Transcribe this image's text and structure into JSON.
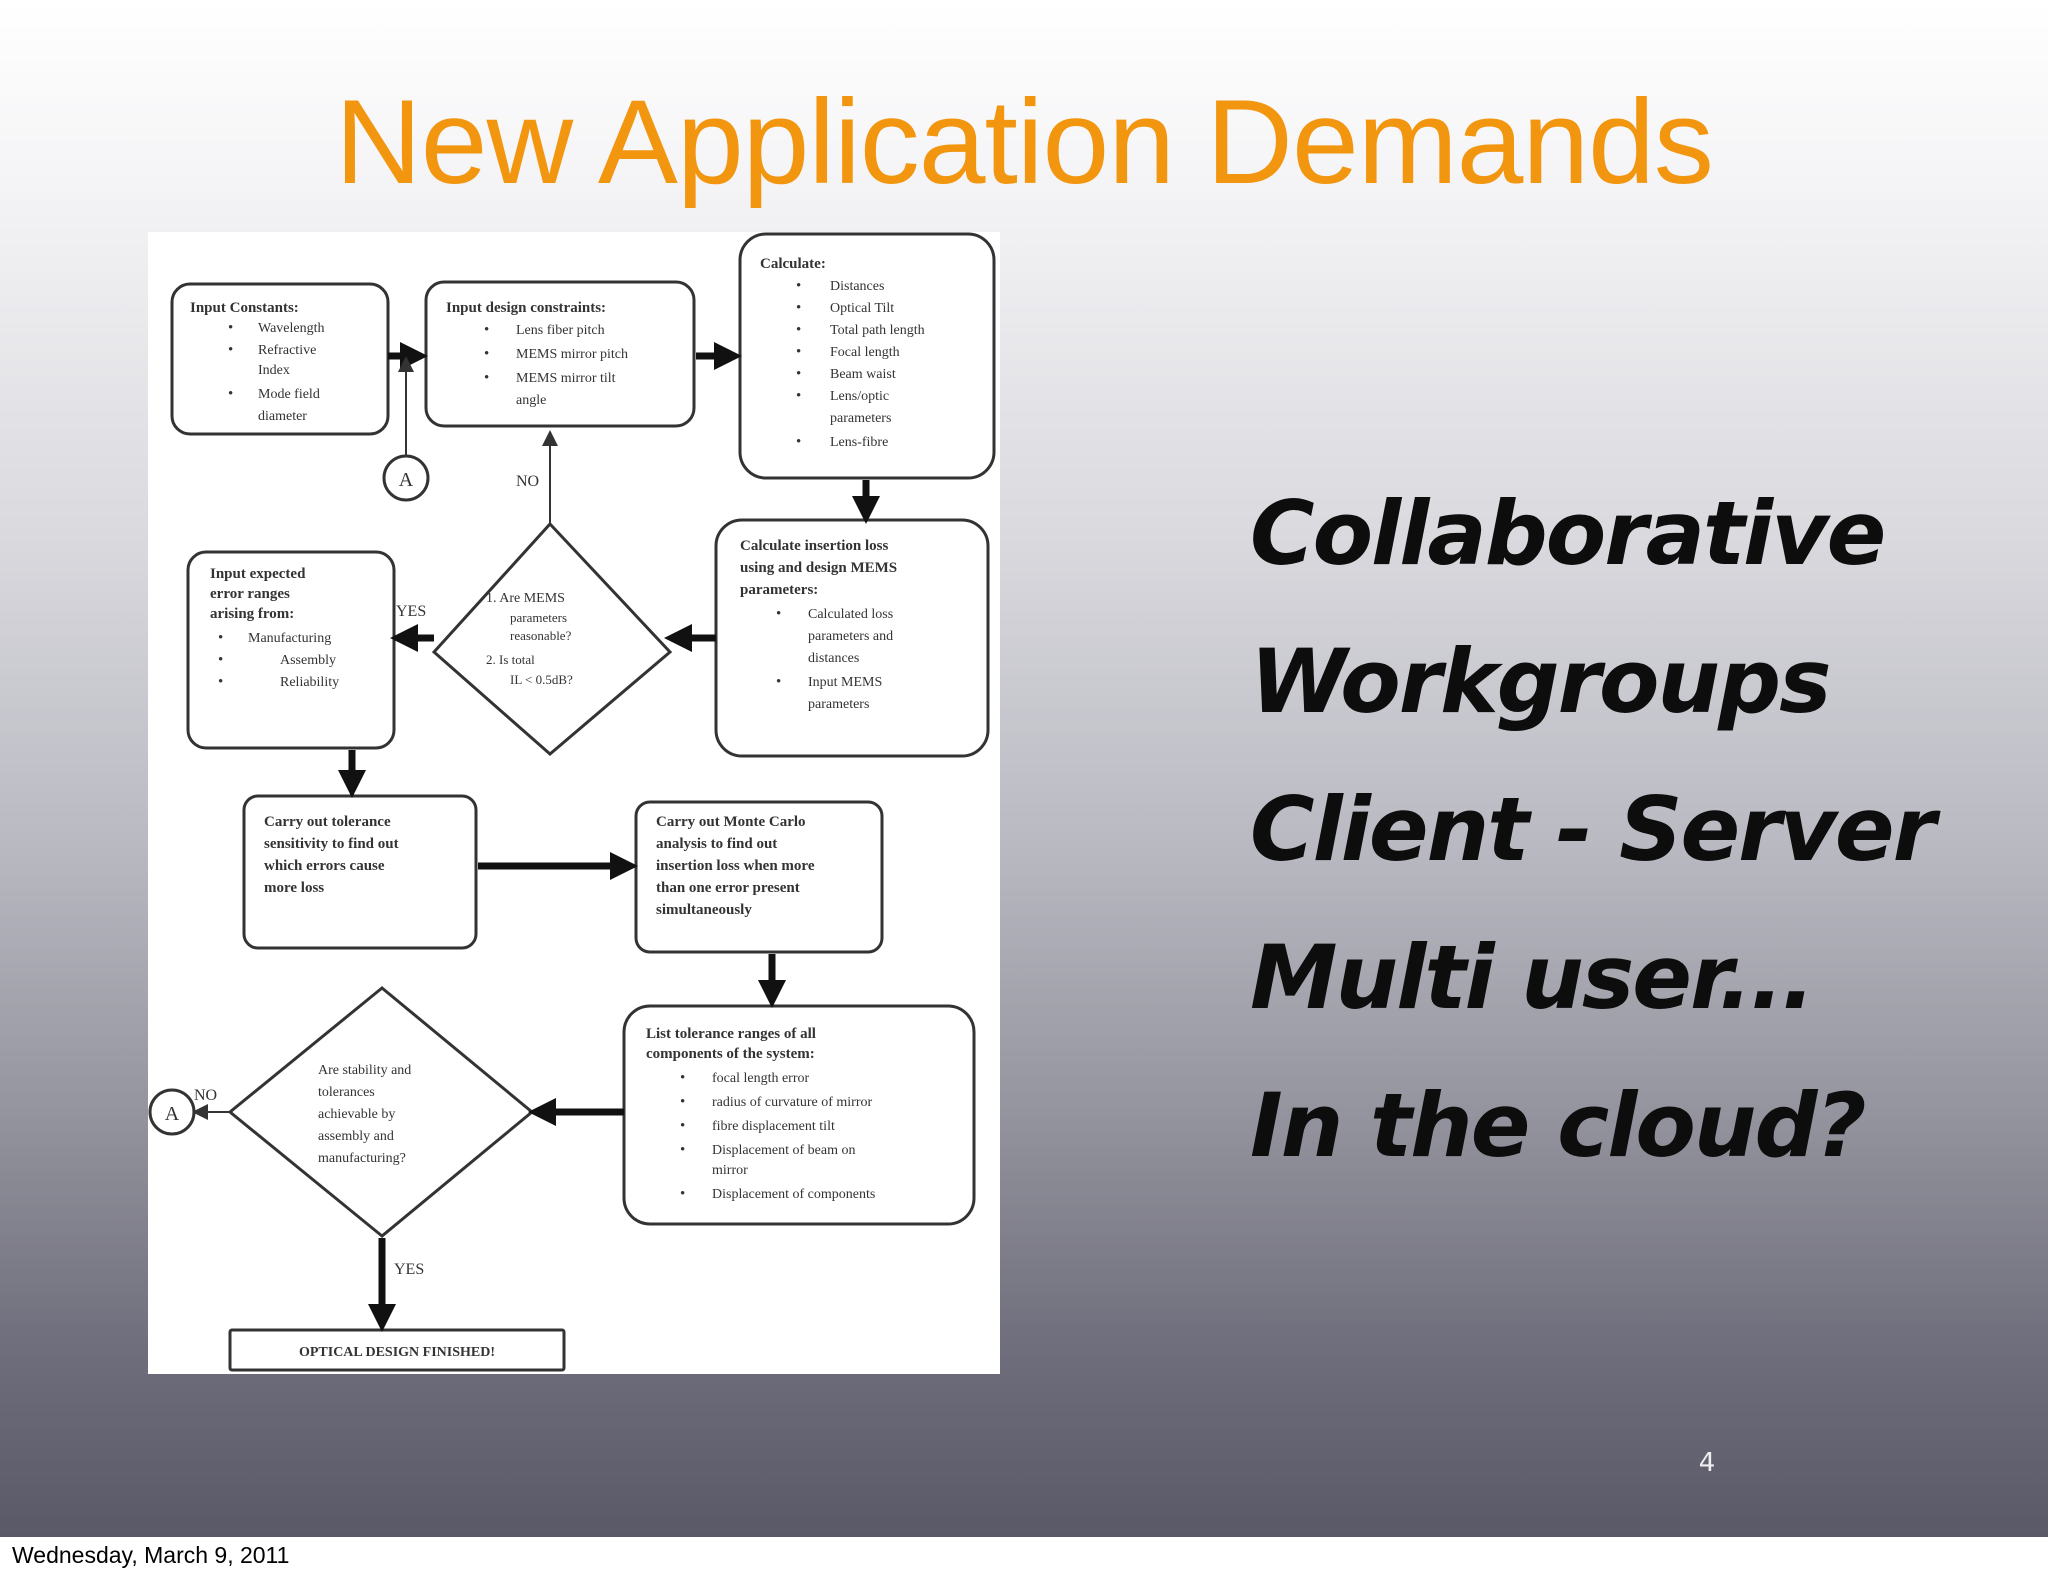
{
  "slide": {
    "title": "New Application Demands",
    "bullets": [
      "Collaborative",
      "Workgroups",
      "Client - Server",
      "Multi user...",
      "In the cloud?"
    ],
    "page_number": "4"
  },
  "flowchart": {
    "box_input_constants": {
      "title": "Input Constants:",
      "items": [
        "Wavelength",
        "Refractive",
        "Index",
        "Mode field",
        "diameter"
      ]
    },
    "box_design_constraints": {
      "title": "Input design constraints:",
      "items": [
        "Lens fiber pitch",
        "MEMS mirror pitch",
        "MEMS mirror tilt",
        "angle"
      ]
    },
    "box_calculate": {
      "title": "Calculate:",
      "items": [
        "Distances",
        "Optical Tilt",
        "Total path length",
        "Focal length",
        "Beam waist",
        "Lens/optic",
        "parameters",
        "Lens-fibre"
      ]
    },
    "box_insertion_loss": {
      "title_lines": [
        "Calculate insertion loss",
        "using and design MEMS",
        "parameters:"
      ],
      "items": [
        "Calculated loss",
        "parameters and",
        "distances",
        "Input MEMS",
        "parameters"
      ]
    },
    "decision_mems": {
      "lines": [
        "1.   Are MEMS",
        "parameters",
        "reasonable?",
        "2.       Is total",
        "IL < 0.5dB?"
      ]
    },
    "box_expected_error": {
      "title_lines": [
        "Input expected",
        "error ranges",
        "arising from:"
      ],
      "items": [
        "Manufacturing",
        "Assembly",
        "Reliability"
      ]
    },
    "box_tolerance_sensitivity": {
      "lines": [
        "Carry out tolerance",
        "sensitivity to find out",
        "which errors cause",
        "more loss"
      ]
    },
    "box_monte_carlo": {
      "lines": [
        "Carry out Monte Carlo",
        "analysis to find out",
        "insertion loss when more",
        "than one error present",
        "simultaneously"
      ]
    },
    "box_tolerance_ranges": {
      "title_lines": [
        "List tolerance ranges of all",
        "components of the system:"
      ],
      "items": [
        "focal length error",
        "radius of curvature of mirror",
        "fibre displacement tilt",
        "Displacement of beam on",
        "mirror",
        "Displacement of components"
      ]
    },
    "decision_stability": {
      "lines": [
        "Are stability and",
        "tolerances",
        "achievable by",
        "assembly and",
        "manufacturing?"
      ]
    },
    "box_finished": {
      "label": "OPTICAL DESIGN FINISHED!"
    },
    "connector_label": "A",
    "yes_label": "YES",
    "no_label": "NO"
  },
  "footer": {
    "date": "Wednesday, March 9, 2011"
  }
}
